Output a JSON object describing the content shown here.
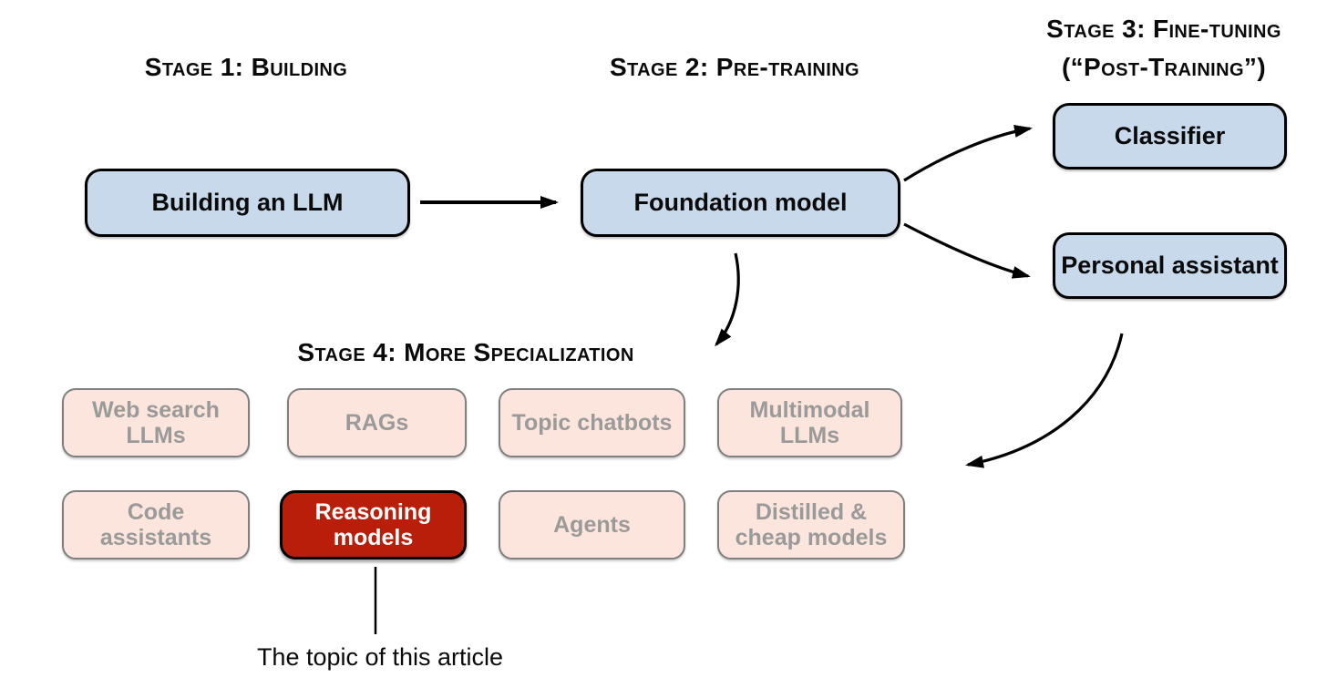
{
  "diagram": {
    "stage1": {
      "title": "Stage 1: Building"
    },
    "stage2": {
      "title": "Stage 2: Pre-training"
    },
    "stage3": {
      "title_line1": "Stage 3: Fine-tuning",
      "title_line2": "(“Post-Training”)"
    },
    "stage4": {
      "title": "Stage 4: More Specialization"
    },
    "nodes": {
      "building_llm": "Building an LLM",
      "foundation_model": "Foundation model",
      "classifier": "Classifier",
      "personal_assistant": "Personal assistant",
      "web_search_llms": "Web search LLMs",
      "rags": "RAGs",
      "topic_chatbots": "Topic chatbots",
      "multimodal_llms": "Multimodal LLMs",
      "code_assistants": "Code assistants",
      "reasoning_models": "Reasoning models",
      "agents": "Agents",
      "distilled_cheap_models": "Distilled & cheap models"
    },
    "annotation": "The topic of this article",
    "colors": {
      "node_blue_fill": "#c7d9ea",
      "node_pink_fill": "#fbe5dc",
      "node_pink_border": "#7f7f7f",
      "node_pink_text": "#9a9a9a",
      "highlight_red_fill": "#b81e0a",
      "highlight_text": "#ffffff",
      "line_black": "#000000"
    }
  }
}
